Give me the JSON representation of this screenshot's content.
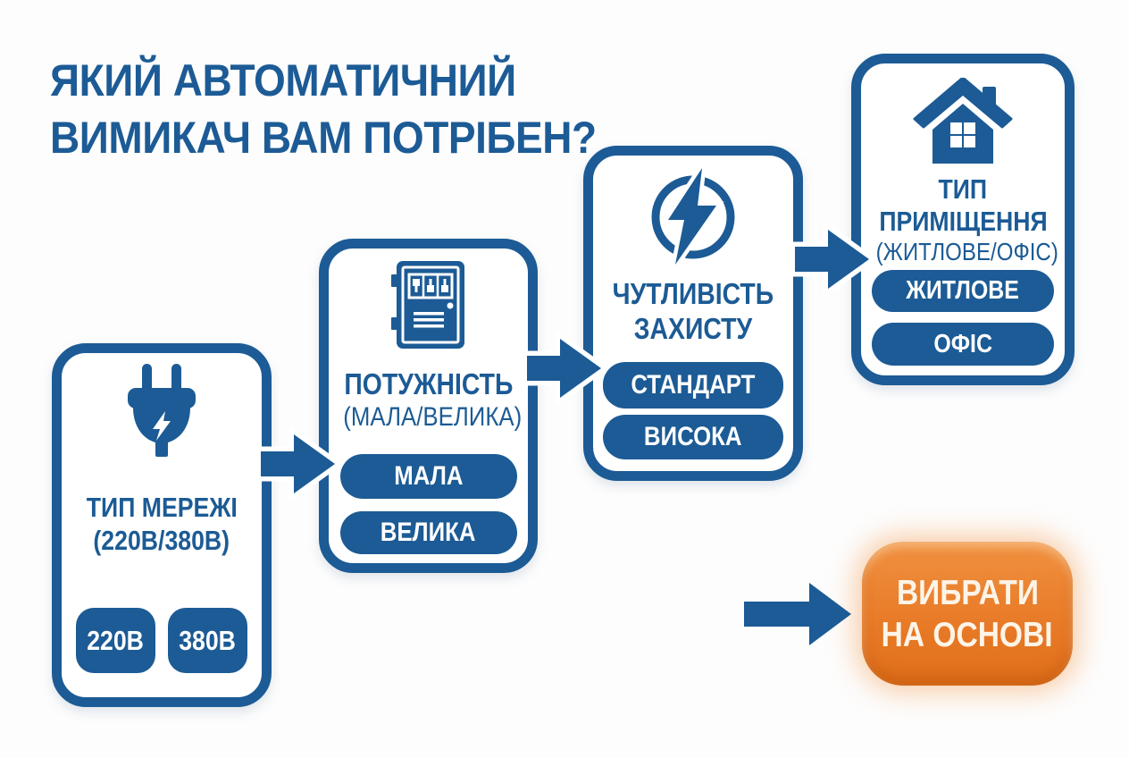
{
  "title": {
    "line1": "ЯКИЙ АВТОМАТИЧНИЙ",
    "line2": "ВИМИКАЧ ВАМ ПОТРІБЕН?"
  },
  "colors": {
    "primary_blue": "#1c5b95",
    "orange": "#e87b28",
    "button_text": "#ffffff",
    "cta_text": "#fdf4e8",
    "background": "#fdfdfd"
  },
  "steps": [
    {
      "name": "network-type",
      "icon": "plug-icon",
      "heading1": "ТИП МЕРЕЖІ",
      "subheading": "(220В/380В)",
      "option1": "220В",
      "option2": "380В"
    },
    {
      "name": "power",
      "icon": "breaker-panel-icon",
      "heading1": "ПОТУЖНІСТЬ",
      "subheading": "(МАЛА/ВЕЛИКА)",
      "option1": "МАЛА",
      "option2": "ВЕЛИКА"
    },
    {
      "name": "protection-sensitivity",
      "icon": "lightning-circle-icon",
      "heading1": "ЧУТЛИВІСТЬ",
      "heading2": "ЗАХИСТУ",
      "option1": "СТАНДАРТ",
      "option2": "ВИСОКА"
    },
    {
      "name": "premises-type",
      "icon": "house-icon",
      "heading1": "ТИП",
      "heading2": "ПРИМІЩЕННЯ",
      "subheading": "(ЖИТЛОВЕ/ОФІС)",
      "option1": "ЖИТЛОВЕ",
      "option2": "ОФІС"
    }
  ],
  "cta": {
    "line1": "ВИБРАТИ",
    "line2": "НА ОСНОВІ"
  }
}
